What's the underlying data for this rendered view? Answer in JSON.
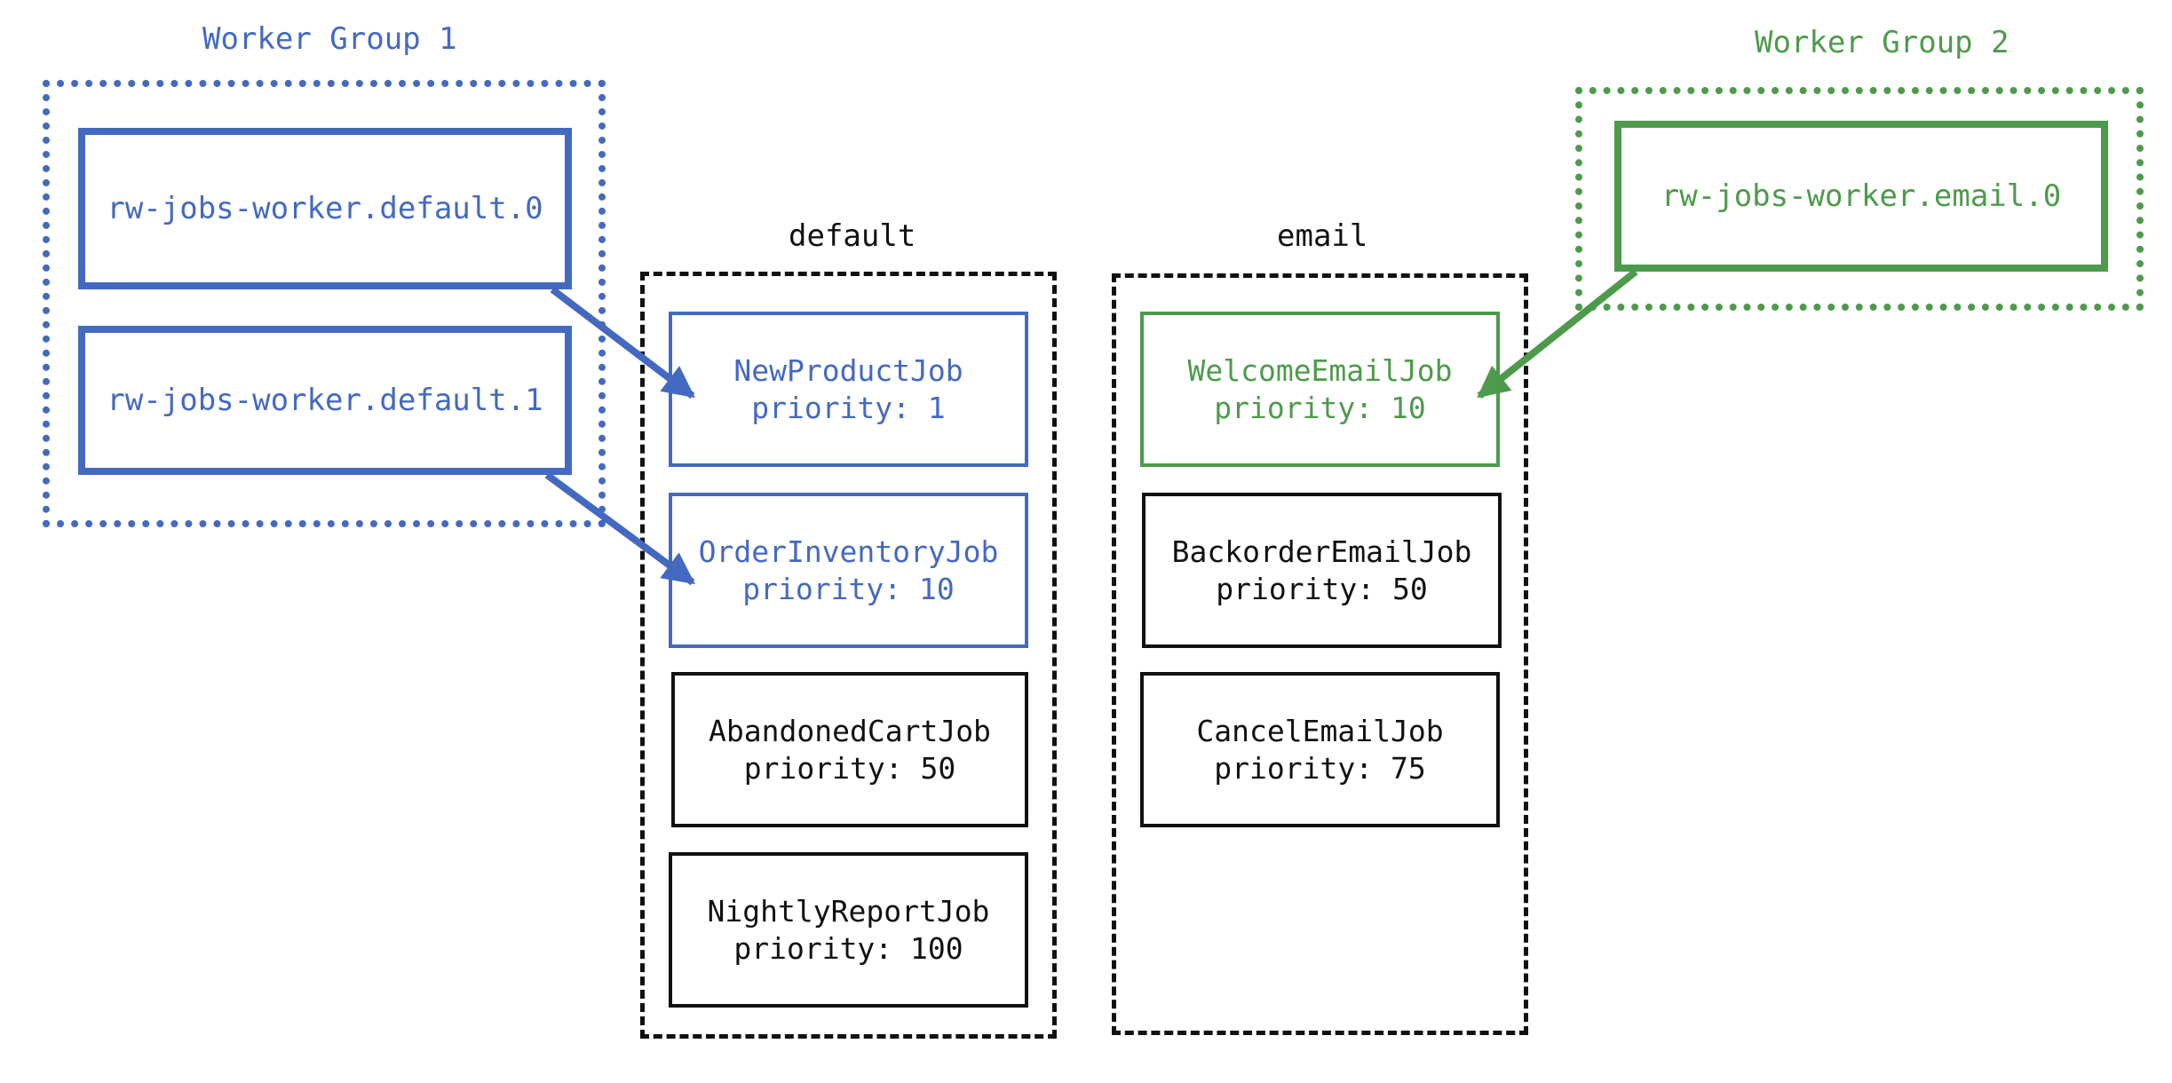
{
  "colors": {
    "blue": "#4469c0",
    "green": "#4e9a4b",
    "black": "#111111"
  },
  "groups": [
    {
      "title": "Worker Group 1",
      "color": "blue",
      "workers": [
        "rw-jobs-worker.default.0",
        "rw-jobs-worker.default.1"
      ]
    },
    {
      "title": "Worker Group 2",
      "color": "green",
      "workers": [
        "rw-jobs-worker.email.0"
      ]
    }
  ],
  "queues": [
    {
      "name": "default",
      "jobs": [
        {
          "name": "NewProductJob",
          "priority": "priority: 1",
          "color": "blue"
        },
        {
          "name": "OrderInventoryJob",
          "priority": "priority: 10",
          "color": "blue"
        },
        {
          "name": "AbandonedCartJob",
          "priority": "priority: 50",
          "color": "black"
        },
        {
          "name": "NightlyReportJob",
          "priority": "priority: 100",
          "color": "black"
        }
      ]
    },
    {
      "name": "email",
      "jobs": [
        {
          "name": "WelcomeEmailJob",
          "priority": "priority: 10",
          "color": "green"
        },
        {
          "name": "BackorderEmailJob",
          "priority": "priority: 50",
          "color": "black"
        },
        {
          "name": "CancelEmailJob",
          "priority": "priority: 75",
          "color": "black"
        }
      ]
    }
  ],
  "connections": [
    {
      "from": "rw-jobs-worker.default.0",
      "to": "NewProductJob",
      "color": "blue"
    },
    {
      "from": "rw-jobs-worker.default.1",
      "to": "OrderInventoryJob",
      "color": "blue"
    },
    {
      "from": "rw-jobs-worker.email.0",
      "to": "WelcomeEmailJob",
      "color": "green"
    }
  ]
}
